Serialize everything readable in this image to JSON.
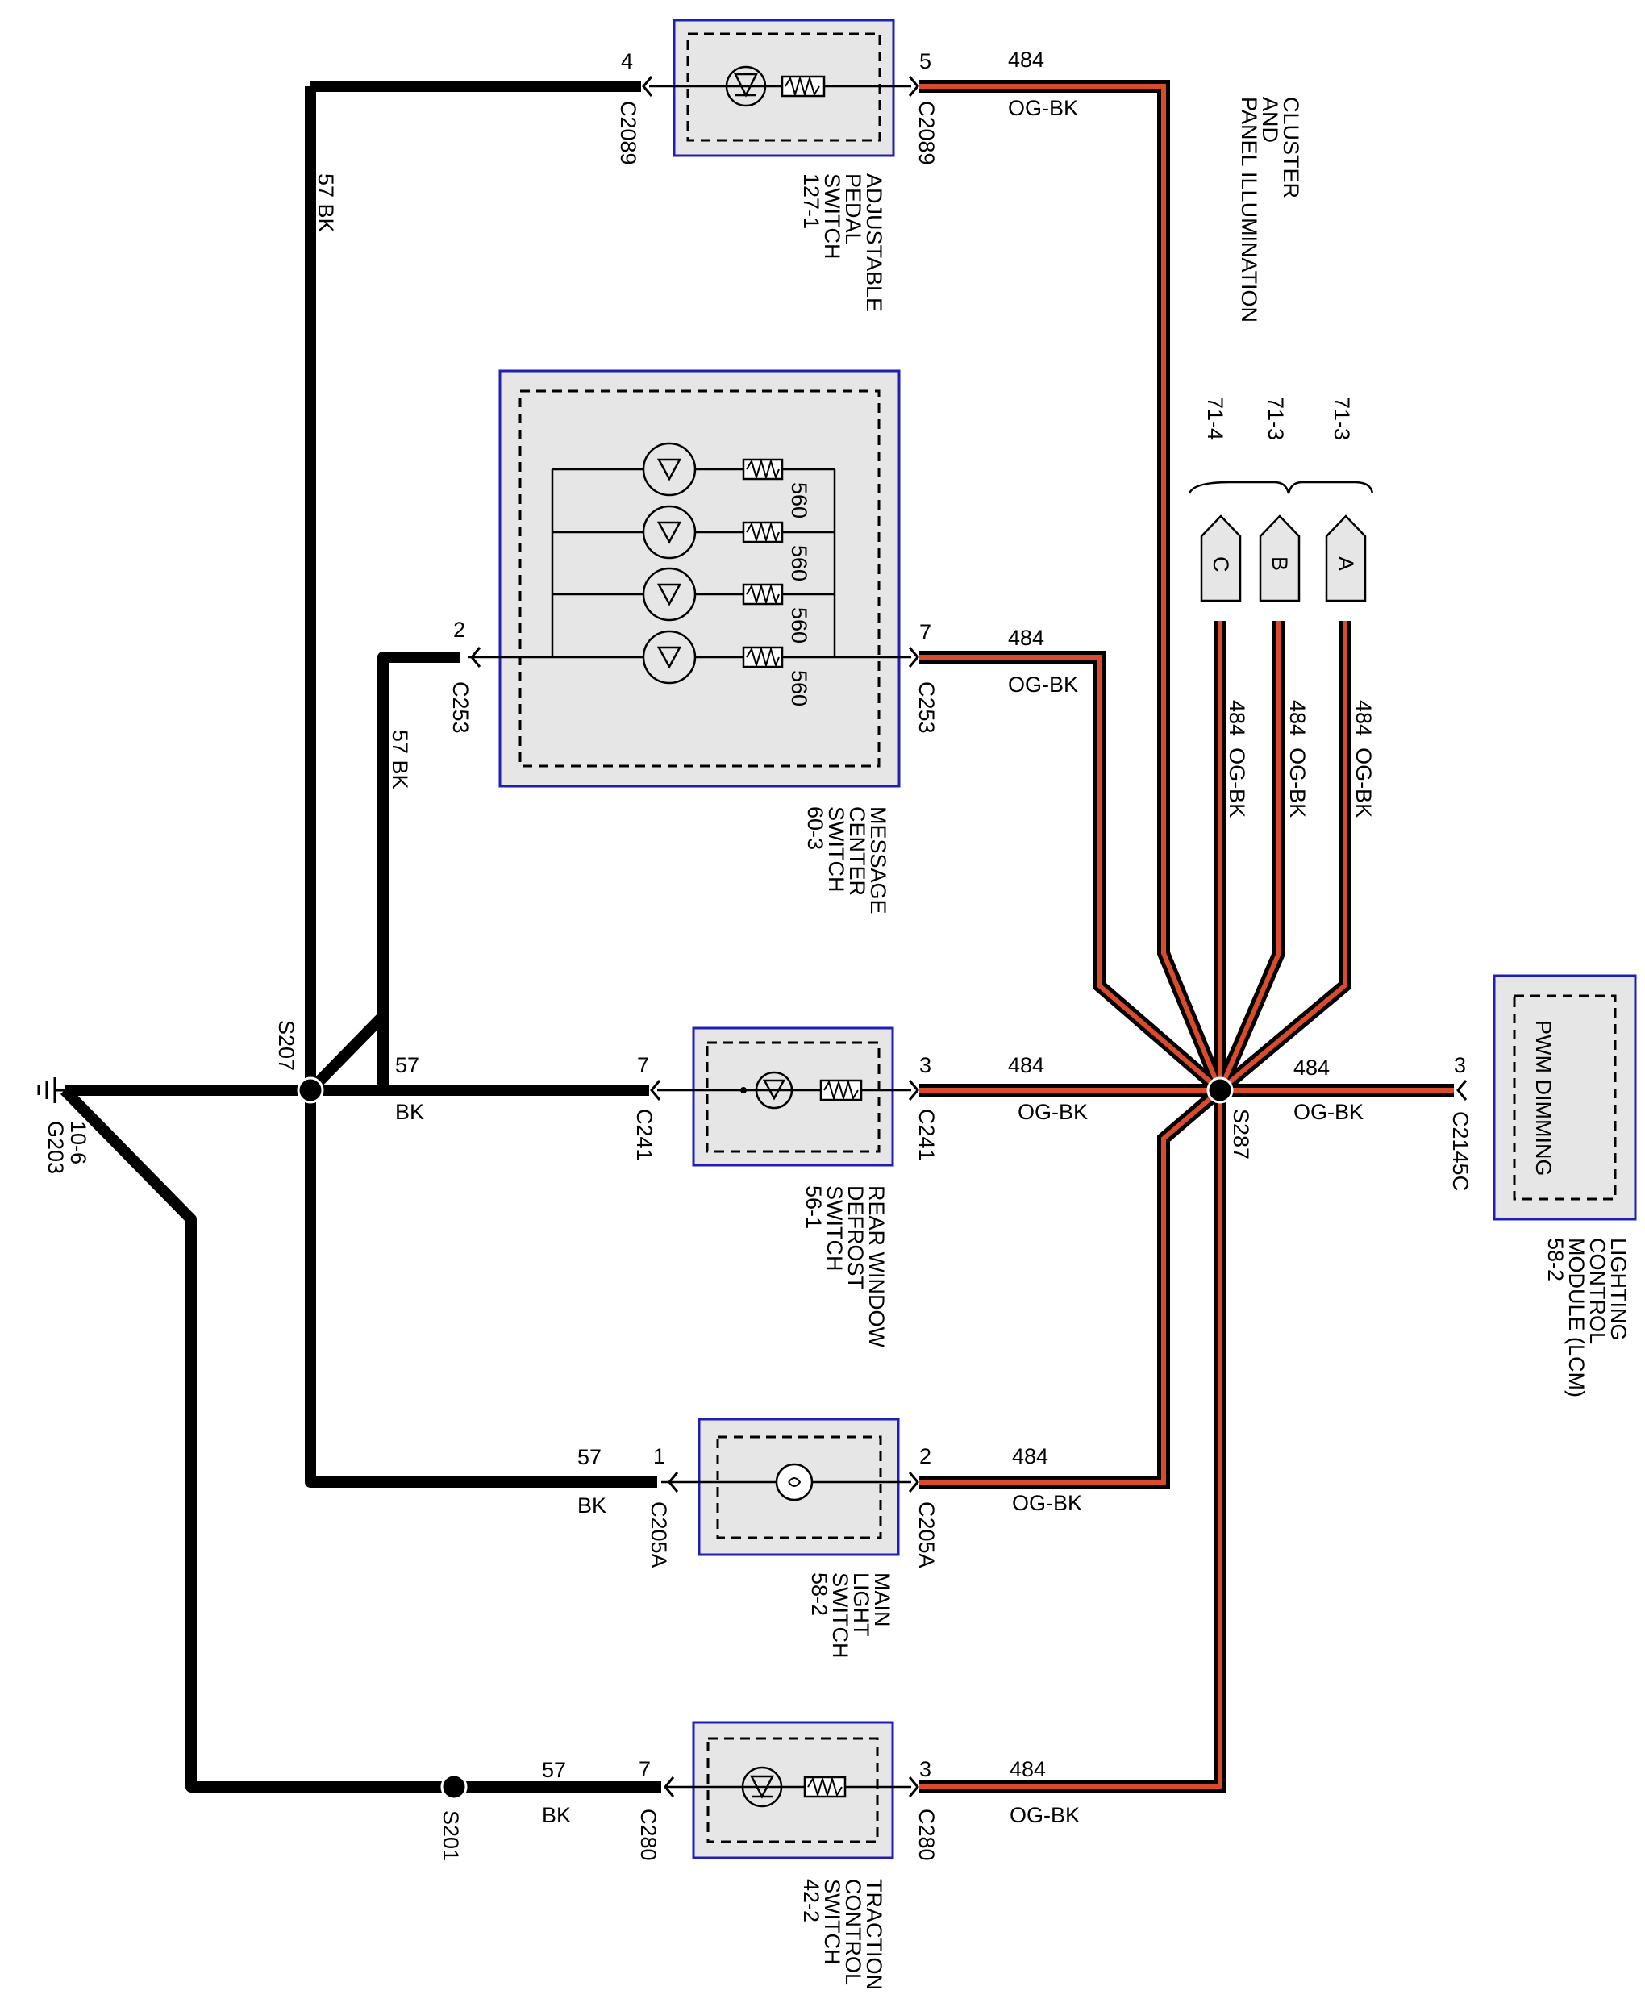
{
  "colors": {
    "ground_wire": "#000000",
    "signal_wire_outer": "#000000",
    "signal_wire_inner": "#d94b2b",
    "box_border": "#1f1fb8",
    "box_fill": "#e6e6e6"
  },
  "title": [
    "CLUSTER",
    "AND",
    "PANEL ILLUMINATION"
  ],
  "ground": {
    "id": "G203",
    "ref": "10-6",
    "icon": "ground-icon"
  },
  "splices": {
    "s207": "S207",
    "s287": "S287",
    "s201": "S201"
  },
  "circuits": {
    "ground_num": "57",
    "ground_color": "BK",
    "signal_num": "484",
    "signal_color": "OG-BK",
    "ground_vertical": "57  BK"
  },
  "components": {
    "adjustable_pedal": {
      "name": [
        "ADJUSTABLE",
        "PEDAL",
        "SWITCH",
        "127-1"
      ],
      "conn_left": "C2089",
      "pin_left": "4",
      "conn_right": "C2089",
      "pin_right": "5"
    },
    "message_center": {
      "name": [
        "MESSAGE",
        "CENTER",
        "SWITCH",
        "60-3"
      ],
      "conn_left": "C253",
      "pin_left": "2",
      "conn_right": "C253",
      "pin_right": "7",
      "resistor_values": [
        "560",
        "560",
        "560",
        "560"
      ]
    },
    "rear_window_defrost": {
      "name": [
        "REAR WINDOW",
        "DEFROST",
        "SWITCH",
        "56-1"
      ],
      "conn_left": "C241",
      "pin_left": "7",
      "conn_right": "C241",
      "pin_right": "3"
    },
    "main_light": {
      "name": [
        "MAIN",
        "LIGHT",
        "SWITCH",
        "58-2"
      ],
      "conn_left": "C205A",
      "pin_left": "1",
      "conn_right": "C205A",
      "pin_right": "2"
    },
    "traction_control": {
      "name": [
        "TRACTION",
        "CONTROL",
        "SWITCH",
        "42-2"
      ],
      "conn_left": "C280",
      "pin_left": "7",
      "conn_right": "C280",
      "pin_right": "3"
    },
    "lcm": {
      "name": [
        "LIGHTING",
        "CONTROL",
        "MODULE (LCM)",
        "58-2"
      ],
      "inner_label": "PWM DIMMING",
      "conn": "C2145C",
      "pin": "3"
    }
  },
  "continuations": {
    "arrows": [
      "A",
      "B",
      "C"
    ],
    "refs": [
      "71-3",
      "71-3",
      "71-4"
    ]
  }
}
